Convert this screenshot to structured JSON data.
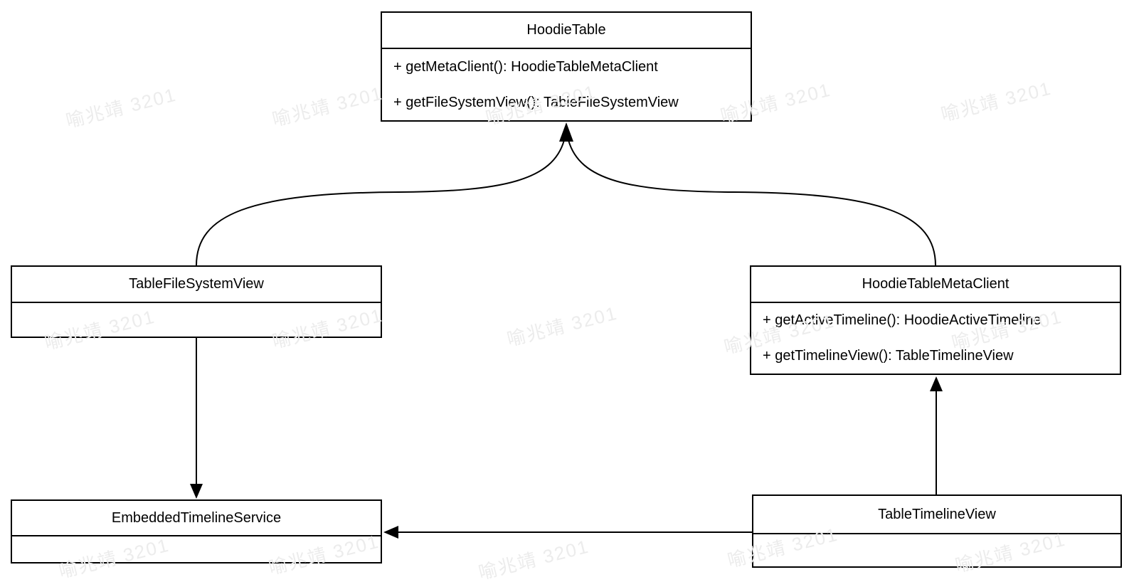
{
  "diagram": {
    "watermark": {
      "text": "喻兆靖 3201",
      "color": "#ececec"
    },
    "colors": {
      "line": "#000000",
      "box_fill": "#ffffff",
      "text": "#000000"
    },
    "classes": [
      {
        "name": "HoodieTable",
        "methods": [
          "+ getMetaClient(): HoodieTableMetaClient",
          "+ getFileSystemView(): TableFileSystemView"
        ]
      },
      {
        "name": "TableFileSystemView",
        "methods": []
      },
      {
        "name": "HoodieTableMetaClient",
        "methods": [
          "+ getActiveTimeline(): HoodieActiveTimeline",
          "+ getTimelineView(): TableTimelineView"
        ]
      },
      {
        "name": "EmbeddedTimelineService",
        "methods": []
      },
      {
        "name": "TableTimelineView",
        "methods": []
      }
    ],
    "relations": [
      {
        "from": "TableFileSystemView",
        "to": "HoodieTable",
        "style": "curved solid arrow"
      },
      {
        "from": "HoodieTableMetaClient",
        "to": "HoodieTable",
        "style": "curved solid arrow"
      },
      {
        "from": "TableFileSystemView",
        "to": "EmbeddedTimelineService",
        "style": "straight solid arrow"
      },
      {
        "from": "TableTimelineView",
        "to": "HoodieTableMetaClient",
        "style": "straight solid arrow"
      },
      {
        "from": "TableTimelineView",
        "to": "EmbeddedTimelineService",
        "style": "straight solid arrow"
      }
    ]
  }
}
